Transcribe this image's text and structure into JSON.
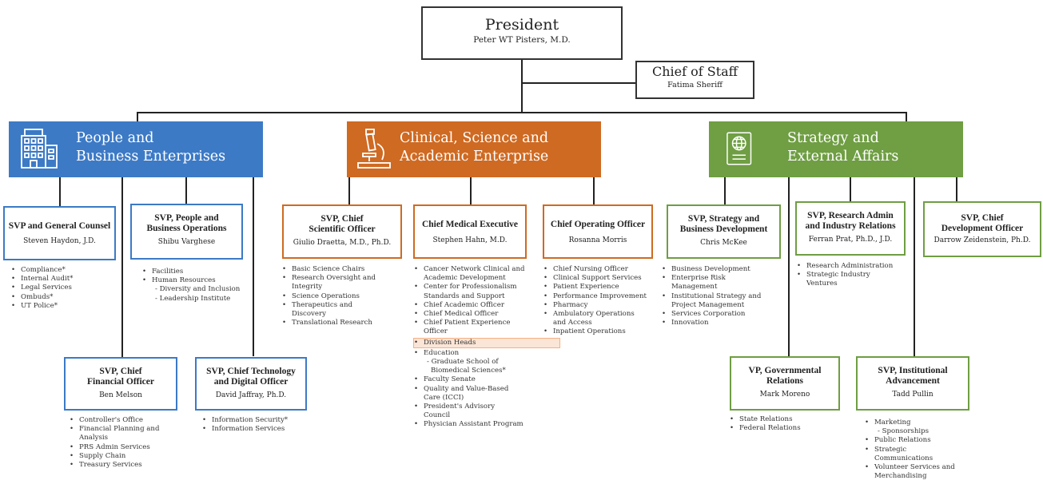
{
  "president": {
    "title": "President",
    "name": "Peter WT Pisters, M.D."
  },
  "chief_of_staff": {
    "title": "Chief of Staff",
    "name": "Fatima Sheriff"
  },
  "colors": {
    "people": "#3c7ac6",
    "clinical": "#cf6a22",
    "strategy": "#6f9e43"
  },
  "enterprises": {
    "people": {
      "line1": "People and",
      "line2": "Business Enterprises",
      "icon": "office-building-icon"
    },
    "clinical": {
      "line1": "Clinical, Science and",
      "line2": "Academic Enterprise",
      "icon": "microscope-icon"
    },
    "strategy": {
      "line1": "Strategy and",
      "line2": "External Affairs",
      "icon": "globe-document-icon"
    }
  },
  "roles": {
    "gc": {
      "t1": "SVP and General Counsel",
      "name": "Steven Haydon, J.D.",
      "items": [
        "Compliance*",
        "Internal Audit*",
        "Legal Services",
        "Ombuds*",
        "UT Police*"
      ]
    },
    "pbo": {
      "t1": "SVP, People and",
      "t2": "Business Operations",
      "name": "Shibu Varghese",
      "items": [
        "Facilities",
        "Human Resources"
      ],
      "subs": [
        "- Diversity and Inclusion",
        "- Leadership Institute"
      ]
    },
    "cfo": {
      "t1": "SVP, Chief",
      "t2": "Financial Officer",
      "name": "Ben Melson",
      "items": [
        "Controller's Office",
        "Financial Planning and",
        "Analysis",
        "PRS Admin Services",
        "Supply Chain",
        "Treasury Services"
      ]
    },
    "cto": {
      "t1": "SVP, Chief Technology",
      "t2": "and Digital Officer",
      "name": "David Jaffray, Ph.D.",
      "items": [
        "Information Security*",
        "Information Services"
      ]
    },
    "cso": {
      "t1": "SVP, Chief",
      "t2": "Scientific Officer",
      "name": "Giulio Draetta, M.D., Ph.D.",
      "items": [
        "Basic Science Chairs",
        "Research Oversight and",
        "Integrity",
        "Science Operations",
        "Therapeutics and",
        "Discovery",
        "Translational Research"
      ]
    },
    "cme": {
      "t1": "Chief Medical Executive",
      "name": "Stephen Hahn, M.D.",
      "items": [
        "Cancer Network Clinical and",
        "Academic Development",
        "Center for Professionalism",
        "Standards and Support",
        "Chief Academic Officer",
        "Chief Medical Officer",
        "Chief Patient Experience",
        "Officer",
        "Division Heads",
        "Education",
        "- Graduate School of",
        "Biomedical Sciences*",
        "Faculty Senate",
        "Quality and Value-Based",
        "Care (ICCI)",
        "President's Advisory",
        "Council",
        "Physician Assistant Program"
      ]
    },
    "coo": {
      "t1": "Chief Operating Officer",
      "name": "Rosanna Morris",
      "items": [
        "Chief Nursing Officer",
        "Clinical Support Services",
        "Patient Experience",
        "Performance Improvement",
        "Pharmacy",
        "Ambulatory Operations",
        "and Access",
        "Inpatient Operations"
      ]
    },
    "sbd": {
      "t1": "SVP, Strategy and",
      "t2": "Business Development",
      "name": "Chris McKee",
      "items": [
        "Business Development",
        "Enterprise Risk",
        "Management",
        "Institutional Strategy and",
        "Project Management",
        "Services Corporation",
        "Innovation"
      ]
    },
    "ra": {
      "t1": "SVP, Research Admin",
      "t2": "and Industry Relations",
      "name": "Ferran Prat, Ph.D., J.D.",
      "items": [
        "Research Administration",
        "Strategic Industry",
        "Ventures"
      ]
    },
    "cdo": {
      "t1": "SVP, Chief",
      "t2": "Development Officer",
      "name": "Darrow Zeidenstein, Ph.D."
    },
    "gov": {
      "t1": "VP, Governmental",
      "t2": "Relations",
      "name": "Mark Moreno",
      "items": [
        "State Relations",
        "Federal Relations"
      ]
    },
    "ia": {
      "t1": "SVP, Institutional",
      "t2": "Advancement",
      "name": "Tadd Pullin",
      "items": [
        "Marketing",
        "- Sponsorships",
        "Public Relations",
        "Strategic",
        "Communications",
        "Volunteer Services and",
        "Merchandising"
      ]
    }
  }
}
